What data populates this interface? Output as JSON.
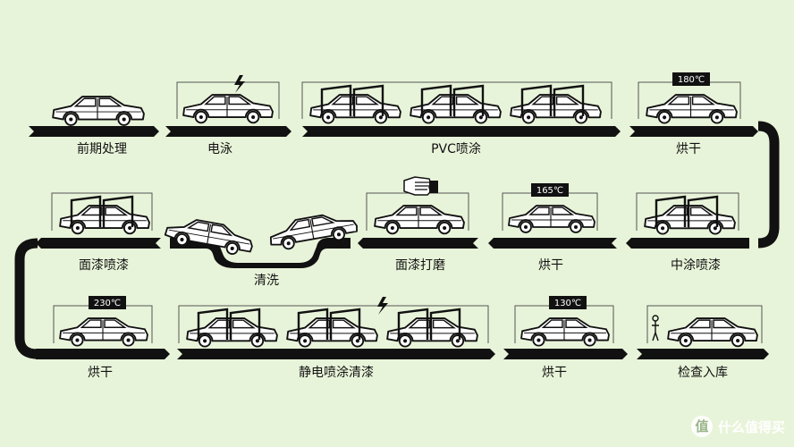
{
  "steps": {
    "pretreat": "前期处理",
    "electrophoresis": "电泳",
    "pvc": "PVC喷涂",
    "bake1": "烘干",
    "bake1_temp": "180℃",
    "primer": "中涂喷漆",
    "bake2": "烘干",
    "bake2_temp": "165℃",
    "sanding": "面漆打磨",
    "washing": "清洗",
    "topcoat": "面漆喷漆",
    "bake3": "烘干",
    "bake3_temp": "230℃",
    "electrostatic": "静电喷涂清漆",
    "bake4": "烘干",
    "bake4_temp": "130℃",
    "inspection": "检查入库"
  },
  "watermark": {
    "text": "什么值得买",
    "logo_char": "值"
  },
  "colors": {
    "background": "#e8f4d9",
    "line": "#111111",
    "car_fill": "#ffffff"
  }
}
